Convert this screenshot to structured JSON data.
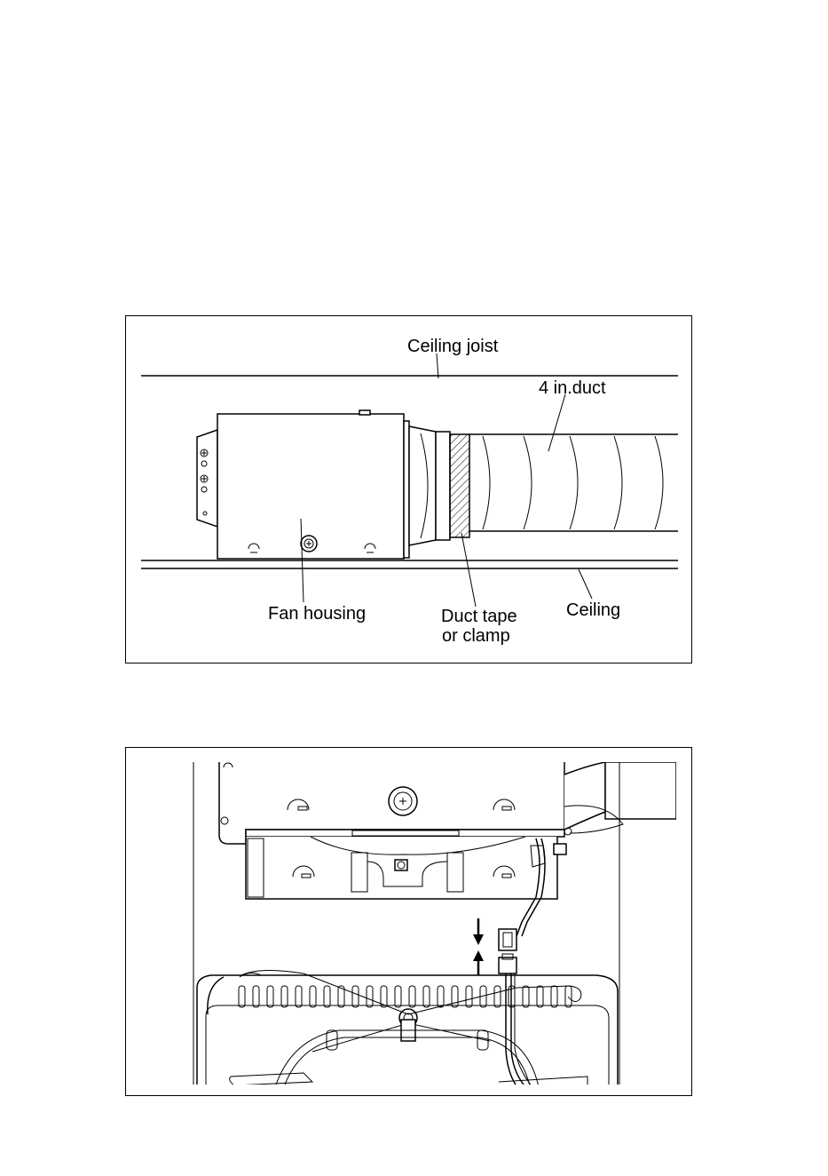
{
  "figure_1": {
    "labels": {
      "ceiling_joist": "Ceiling joist",
      "duct": "4 in.duct",
      "fan_housing": "Fan housing",
      "duct_tape_line1": "Duct tape",
      "duct_tape_line2": "or clamp",
      "ceiling": "Ceiling"
    }
  },
  "figure_2": {
    "arrows": [
      "arrow-down",
      "arrow-up"
    ]
  }
}
